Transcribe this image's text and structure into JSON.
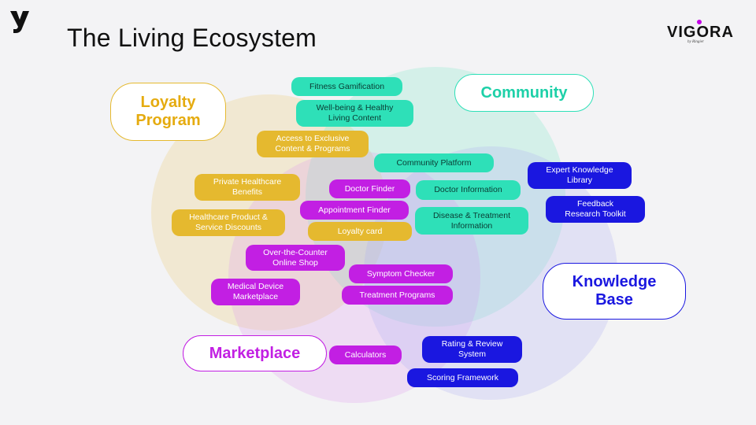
{
  "title": "The Living Ecosystem",
  "brand": {
    "name": "VIGORA",
    "sub": "by Ringier"
  },
  "colors": {
    "loyalty": "#e5b92f",
    "community": "#2ee0b8",
    "marketplace": "#c21fe3",
    "knowledge": "#1a17e0"
  },
  "sections": {
    "loyalty": "Loyalty\nProgram",
    "community": "Community",
    "marketplace": "Marketplace",
    "knowledge": "Knowledge\nBase"
  },
  "items": {
    "fitness": "Fitness Gamification",
    "wellbeing": "Well-being & Healthy\nLiving Content",
    "exclusive": "Access to Exclusive\nContent & Programs",
    "community_platform": "Community Platform",
    "expert": "Expert Knowledge\nLibrary",
    "private_healthcare": "Private Healthcare\nBenefits",
    "doctor_finder": "Doctor Finder",
    "doctor_info": "Doctor Information",
    "feedback": "Feedback\nResearch Toolkit",
    "appointment": "Appointment Finder",
    "disease": "Disease & Treatment\nInformation",
    "product_discounts": "Healthcare Product &\nService Discounts",
    "loyalty_card": "Loyalty card",
    "otc_shop": "Over-the-Counter\nOnline Shop",
    "symptom": "Symptom Checker",
    "medical_device": "Medical Device\nMarketplace",
    "treatment_programs": "Treatment Programs",
    "calculators": "Calculators",
    "rating": "Rating & Review\nSystem",
    "scoring": "Scoring Framework"
  }
}
